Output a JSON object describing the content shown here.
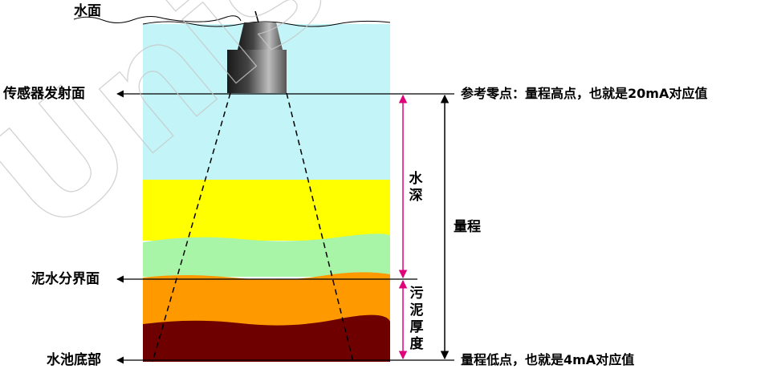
{
  "labels": {
    "water_surface": "水面",
    "sensor_face": "传感器发射面",
    "mud_interface": "泥水分界面",
    "pool_bottom": "水池底部",
    "reference_zero": "参考零点：量程高点，也就是20mA对应值",
    "range_low": "量程低点，也就是4mA对应值",
    "range": "量程",
    "water_depth": "水深",
    "sludge_thickness": "污泥厚度"
  },
  "watermark": "Unis",
  "colors": {
    "water": "#c2f4f8",
    "yellow_layer": "#ffff00",
    "green_layer": "#a8f5a8",
    "orange_layer": "#ff9900",
    "bottom_layer": "#6e0000",
    "magenta_arrow": "#e0007a",
    "black": "#000000"
  }
}
